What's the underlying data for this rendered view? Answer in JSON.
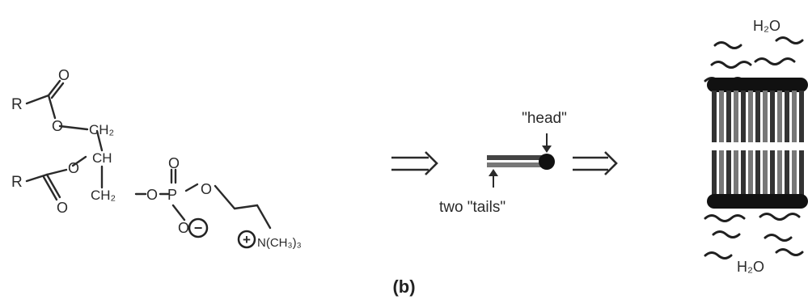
{
  "molecule": {
    "r_top": "R",
    "r_bottom": "R",
    "o1": "O",
    "o2": "O",
    "o3": "O",
    "o4": "O",
    "ch2_top": "CH₂",
    "ch": "CH",
    "ch2_bottom": "CH₂",
    "o_phos_left": "O",
    "p": "P",
    "o_phos_top": "O",
    "o_phos_right": "O",
    "o_minus": "O",
    "minus": "−",
    "plus": "+",
    "amine": "N(CH₃)₃"
  },
  "schematic": {
    "head_label": "\"head\"",
    "tails_label": "two \"tails\""
  },
  "bilayer": {
    "water_top": "H₂O",
    "water_bottom": "H₂O"
  },
  "caption": "(b)"
}
